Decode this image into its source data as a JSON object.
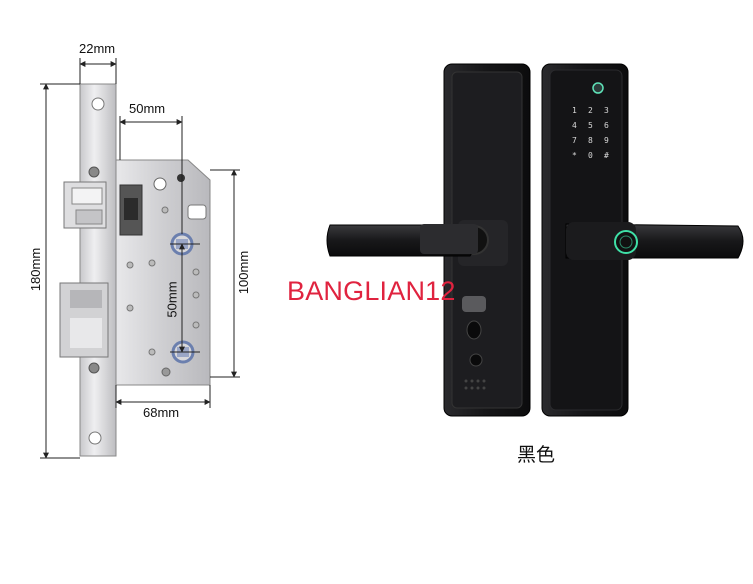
{
  "dimensions": {
    "faceplate_width": "22mm",
    "backset": "50mm",
    "total_height": "180mm",
    "hole_spacing": "50mm",
    "body_height": "100mm",
    "body_width": "68mm"
  },
  "watermark": "BANGLIAN12",
  "product": {
    "color_label": "黑色",
    "keypad_keys": [
      "1",
      "2",
      "3",
      "4",
      "5",
      "6",
      "7",
      "8",
      "9",
      "*",
      "0",
      "#"
    ]
  },
  "colors": {
    "watermark": "#e0233f",
    "lock_body": "#1c1c1e",
    "mortise_steel": "#d4d4d6"
  }
}
